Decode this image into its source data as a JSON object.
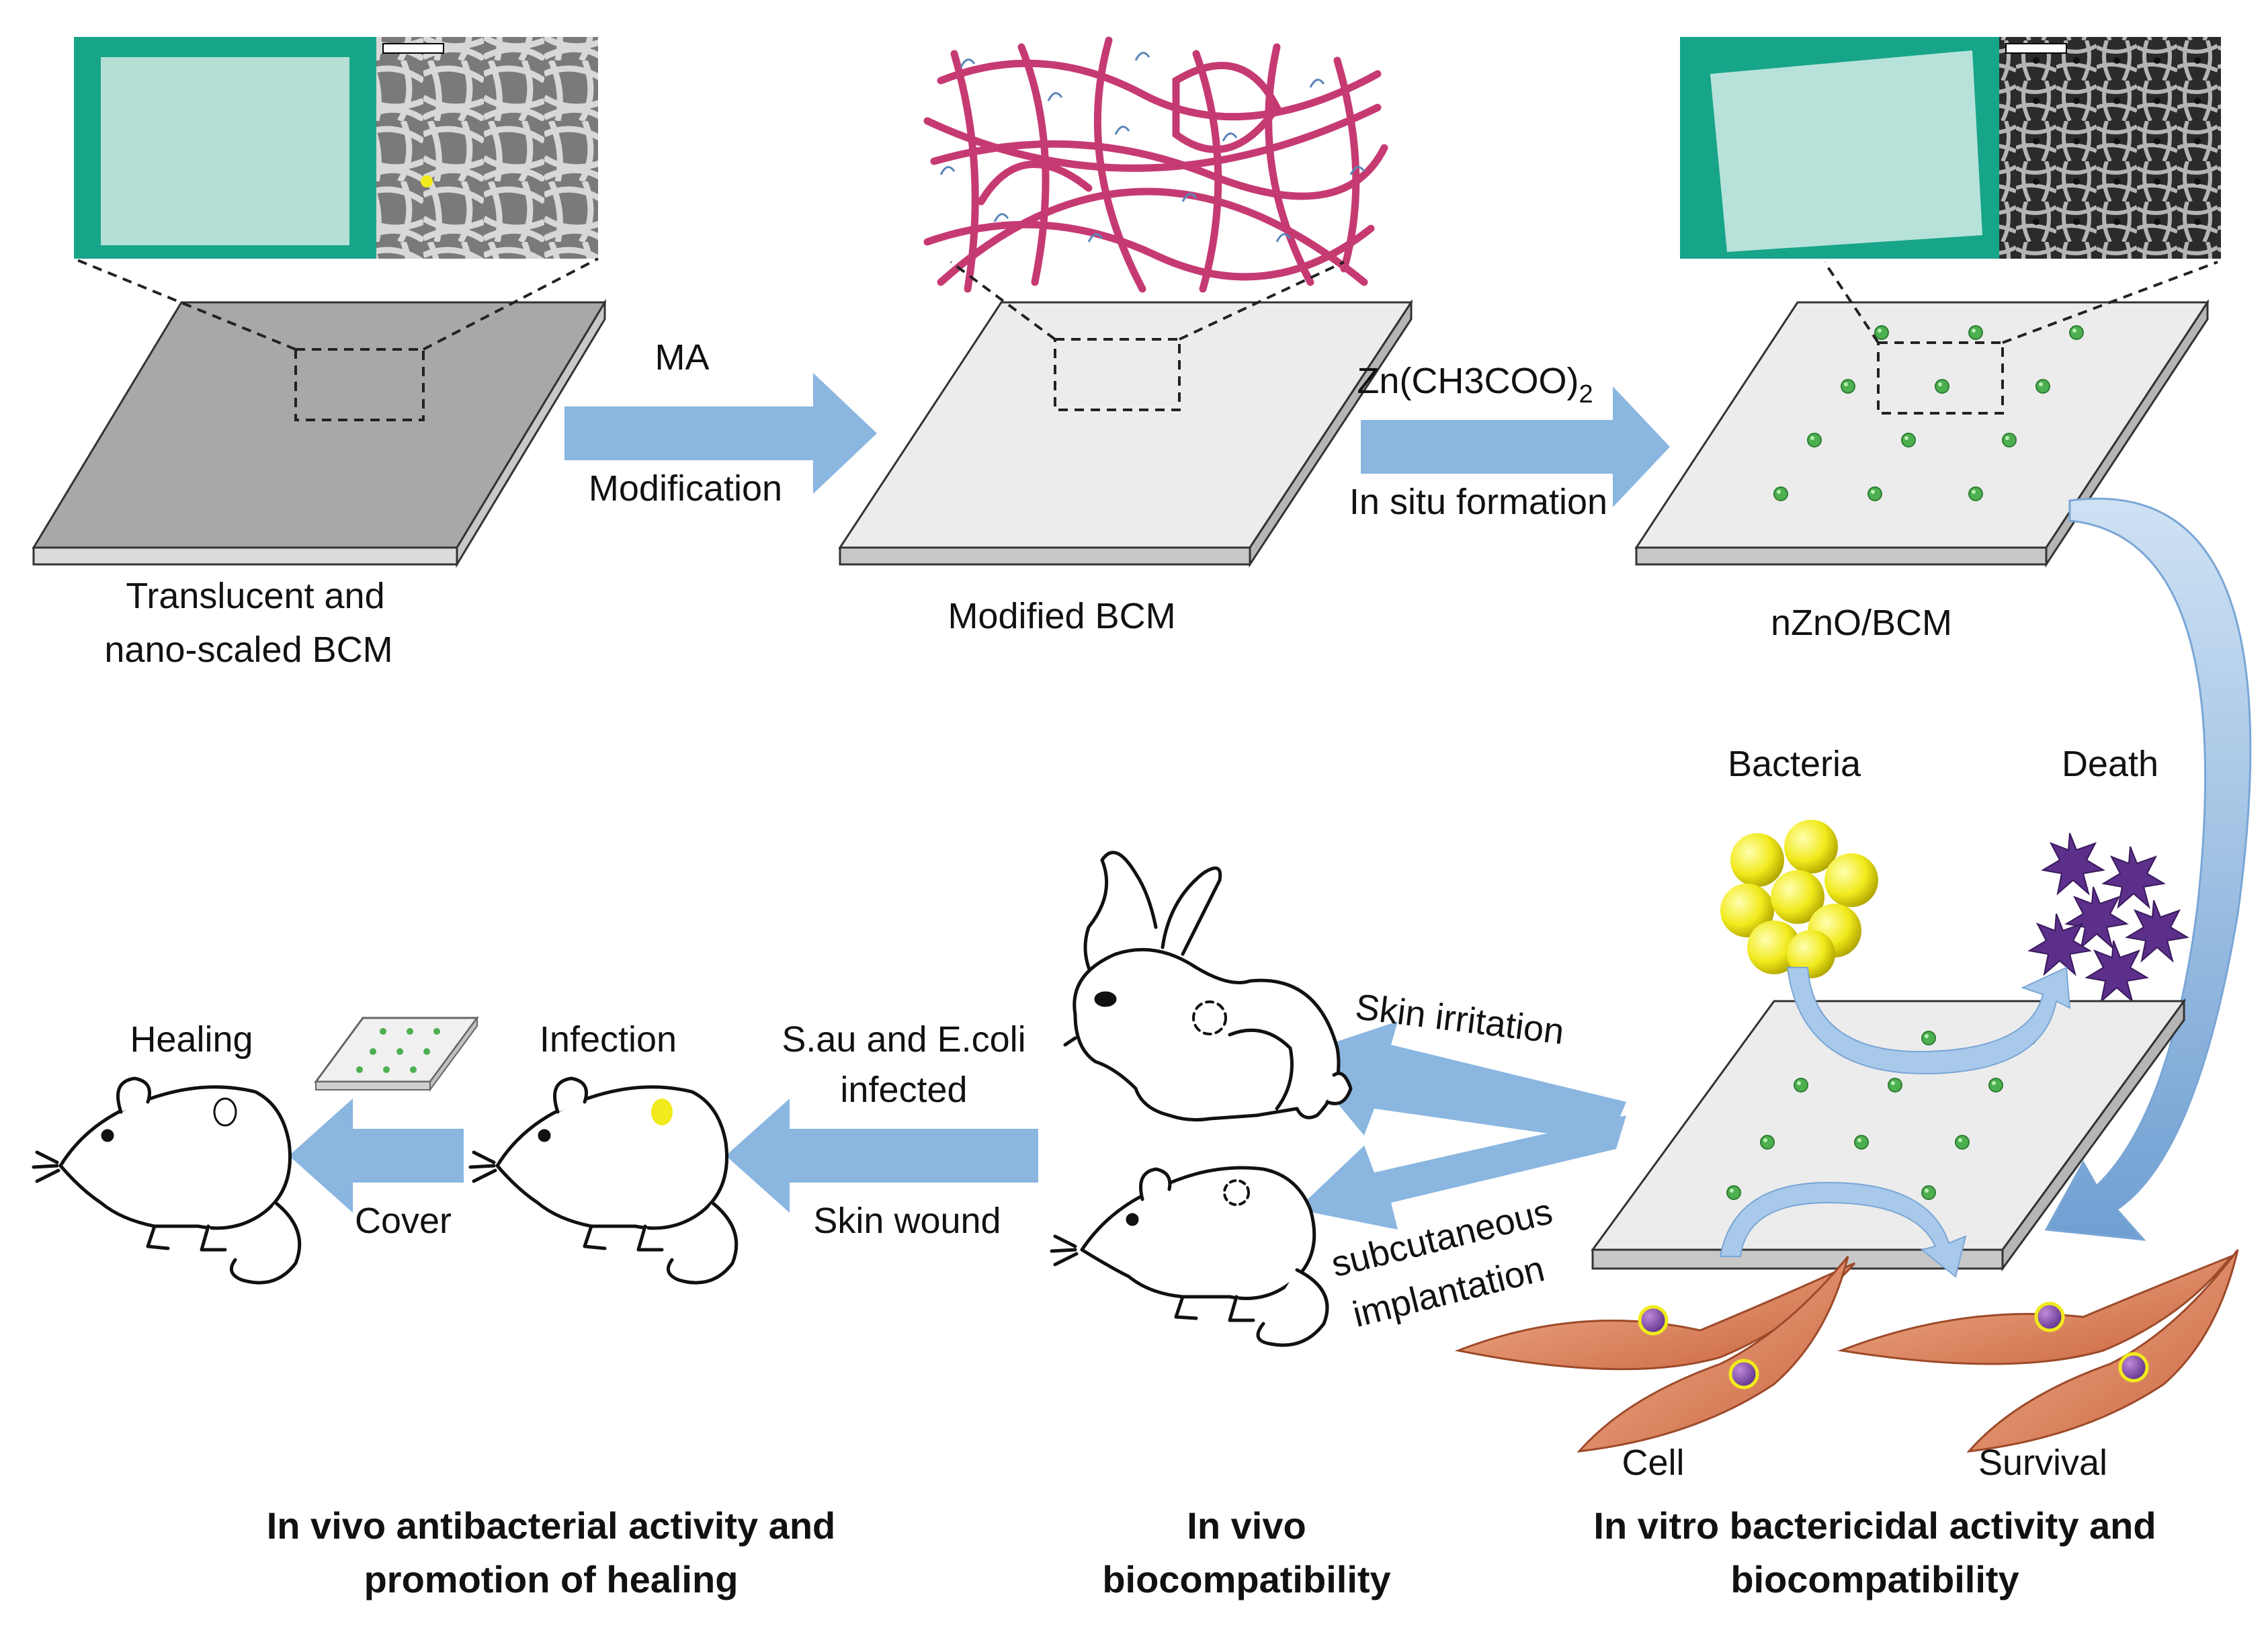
{
  "top_row": {
    "step1_label_line1": "Translucent and",
    "step1_label_line2": "nano-scaled BCM",
    "arrow1_top": "MA",
    "arrow1_bottom": "Modification",
    "step2_label": "Modified BCM",
    "arrow2_top": "Zn(CH3COO)",
    "arrow2_top_subscript": "2",
    "arrow2_bottom": "In situ formation",
    "step3_label": "nZnO/BCM"
  },
  "in_vitro": {
    "bacteria_label": "Bacteria",
    "death_label": "Death",
    "cell_label": "Cell",
    "survival_label": "Survival",
    "caption_line1": "In vitro bactericidal activity and",
    "caption_line2": "biocompatibility"
  },
  "in_vivo_bio": {
    "skin_irritation_label": "Skin irritation",
    "subcutaneous_line1": "subcutaneous",
    "subcutaneous_line2": "implantation",
    "caption_line1": "In vivo",
    "caption_line2": "biocompatibility"
  },
  "in_vivo_heal": {
    "infected_line1": "S.au and E.coli",
    "infected_line2": "infected",
    "skin_wound_label": "Skin wound",
    "infection_label": "Infection",
    "cover_label": "Cover",
    "healing_label": "Healing",
    "caption_line1": "In vivo antibacterial activity and",
    "caption_line2": "promotion of healing"
  },
  "colors": {
    "arrow_blue": "#8ab6e0",
    "fiber_pink": "#c63a72",
    "zno_green": "#4caf50",
    "bacteria_yellow": "#f1ea1c",
    "dead_purple": "#5b2f8a",
    "cell_orange": "#e8906a",
    "photo_teal": "#17a58a"
  }
}
